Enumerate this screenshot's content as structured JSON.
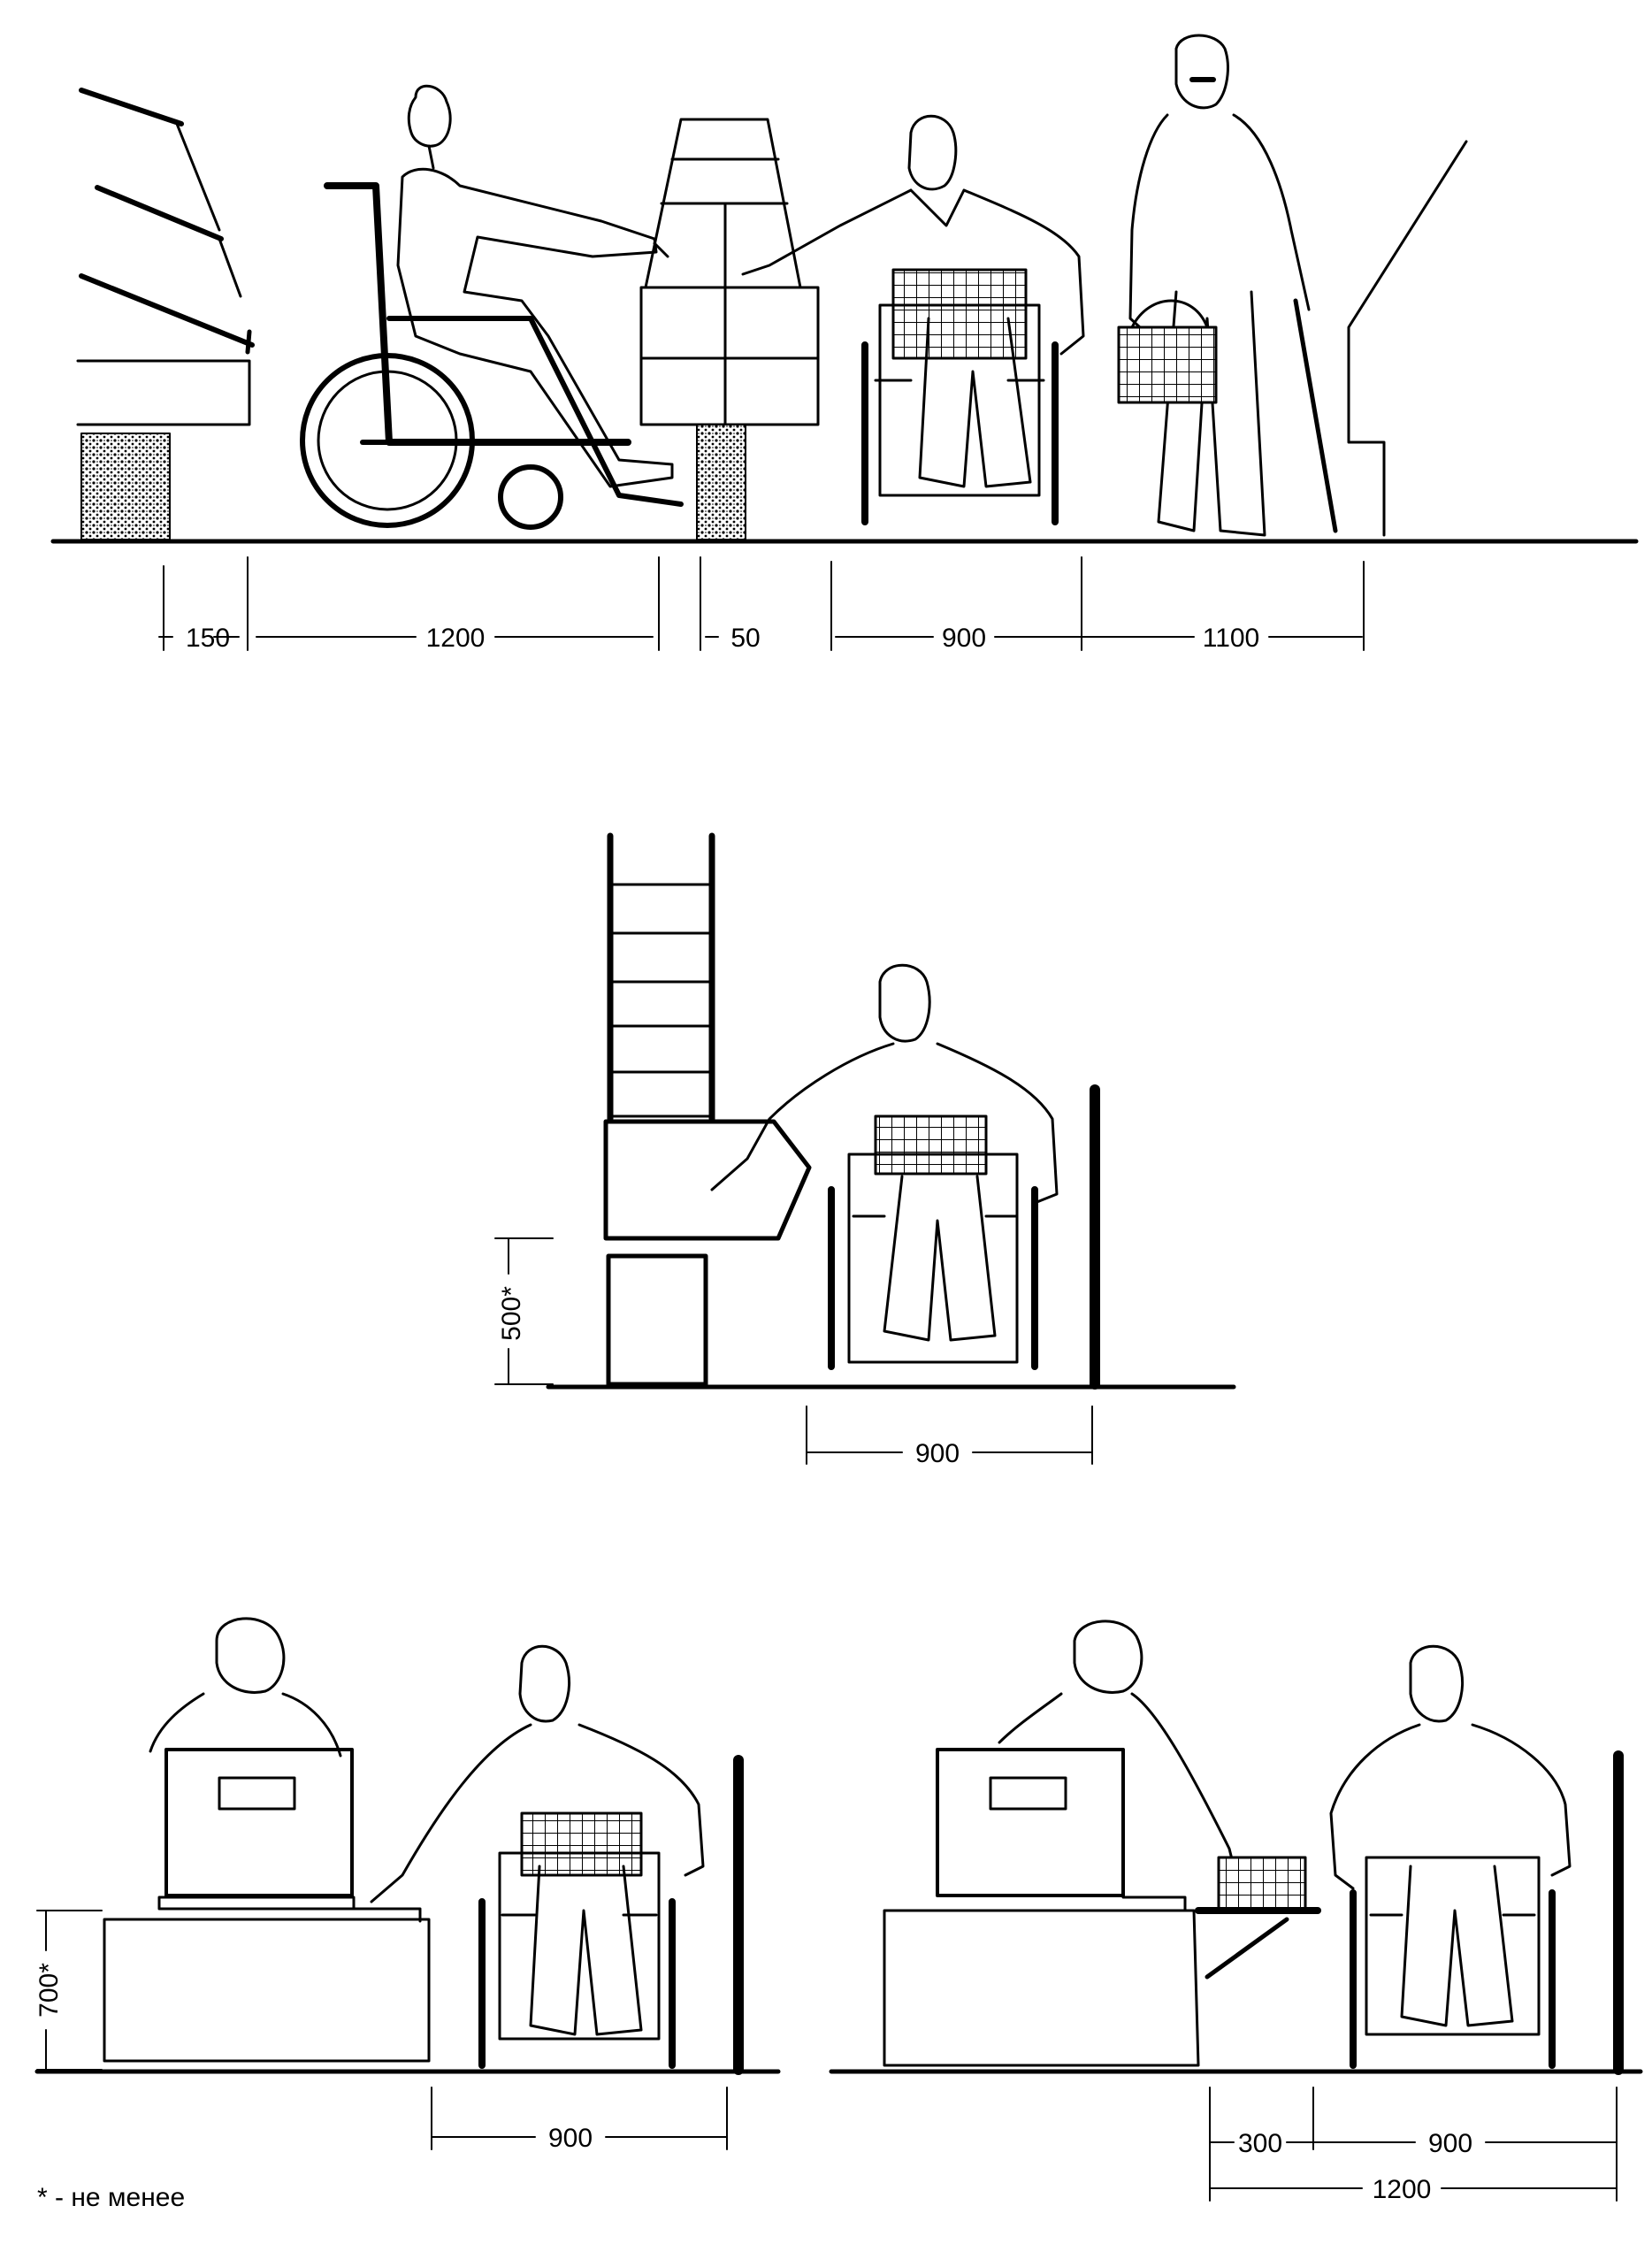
{
  "dimensions": {
    "top": [
      "150",
      "1200",
      "50",
      "900",
      "1100"
    ],
    "middle": {
      "height": "500*",
      "width": "900"
    },
    "bottom_left": {
      "height": "700*",
      "width": "900"
    },
    "bottom_right": {
      "a": "300",
      "b": "900",
      "total": "1200"
    }
  },
  "footnote": "* - не менее"
}
